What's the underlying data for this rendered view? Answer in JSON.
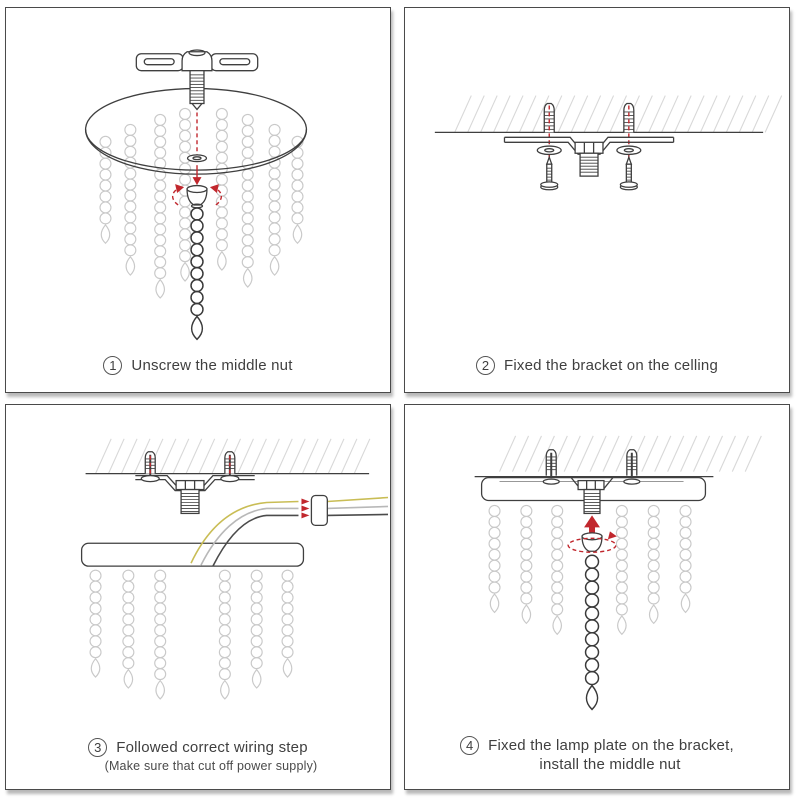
{
  "document": {
    "type_note": "lamp installation instruction sheet",
    "panel_count": 4
  },
  "steps": [
    {
      "number": "1",
      "line1": "Unscrew the middle nut",
      "line2": ""
    },
    {
      "number": "2",
      "line1": "Fixed the bracket on the celling",
      "line2": ""
    },
    {
      "number": "3",
      "line1": "Followed correct wiring step",
      "line2": "(Make sure that cut off power supply)"
    },
    {
      "number": "4",
      "line1": "Fixed the lamp plate on the bracket,",
      "line2": "install the middle nut"
    }
  ],
  "colors": {
    "accent_red": "#c1272d",
    "line_dark": "#3f3f3f",
    "bead_gray": "#c9c9c9",
    "hatch_gray": "#d8d8d8",
    "wire_yellow": "#c9bd55",
    "wire_gray": "#b8b8b8",
    "wire_dark": "#4b4b4b",
    "panel_border": "#4a4a4a",
    "background": "#ffffff"
  }
}
